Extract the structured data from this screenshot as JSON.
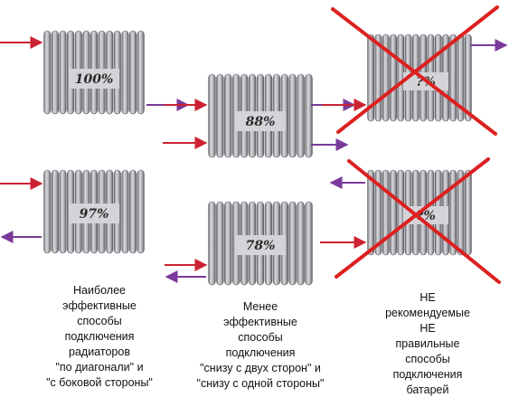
{
  "radiators": [
    {
      "id": "top-left",
      "percent": "100%"
    },
    {
      "id": "bottom-left",
      "percent": "97%"
    },
    {
      "id": "top-middle",
      "percent": "88%"
    },
    {
      "id": "bottom-middle",
      "percent": "78%"
    },
    {
      "id": "top-right",
      "percent": "?%"
    },
    {
      "id": "bottom-right",
      "percent": "?%"
    }
  ],
  "captions": {
    "left": [
      "Наиболее",
      "эффективные",
      "способы",
      "подключения",
      "радиаторов",
      "\"по диагонали\" и",
      "\"с боковой стороны\""
    ],
    "middle": [
      "Менее",
      "эффективные",
      "способы",
      "подключения",
      "\"снизу с двух сторон\" и",
      "\"снизу с одной стороны\""
    ],
    "right": [
      "НЕ",
      "рекомендуемые",
      "НЕ",
      "правильные",
      "способы",
      "подключения",
      "батарей"
    ]
  },
  "colors": {
    "inlet_arrow": "#cc2233",
    "outlet_arrow": "#7a3a9a",
    "cross": "#dd2020",
    "radiator": "#9a9aa0"
  }
}
